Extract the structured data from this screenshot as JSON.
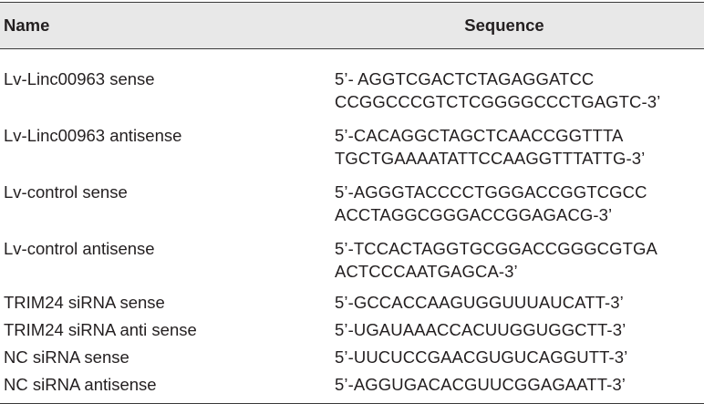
{
  "header": {
    "name": "Name",
    "sequence": "Sequence"
  },
  "rows": [
    {
      "name": "Lv-Linc00963 sense",
      "seq1": "5’- AGGTCGACTCTAGAGGATCC",
      "seq2": "CCGGCCCGTCTCGGGGCCCTGAGTC-3’"
    },
    {
      "name": "Lv-Linc00963 antisense",
      "seq1": "5’-CACAGGCTAGCTCAACCGGTTTA",
      "seq2": "TGCTGAAAATATTCCAAGGTTTATTG-3’"
    },
    {
      "name": "Lv-control sense",
      "seq1": "5’-AGGGTACCCCTGGGACCGGTCGCC",
      "seq2": "ACCTAGGCGGGACCGGAGACG-3’"
    },
    {
      "name": "Lv-control antisense",
      "seq1": "5’-TCCACTAGGTGCGGACCGGGCGTGA",
      "seq2": "ACTCCCAATGAGCA-3’"
    },
    {
      "name": "TRIM24 siRNA sense",
      "seq1": "5’-GCCACCAAGUGGUUUAUCATT-3’"
    },
    {
      "name": "TRIM24 siRNA anti sense",
      "seq1": "5’-UGAUAAACCACUUGGUGGCTT-3’"
    },
    {
      "name": "NC siRNA sense",
      "seq1": "5’-UUCUCCGAACGUGUCAGGUTT-3’"
    },
    {
      "name": "NC siRNA antisense",
      "seq1": "5’-AGGUGACACGUUCGGAGAATT-3’"
    }
  ]
}
